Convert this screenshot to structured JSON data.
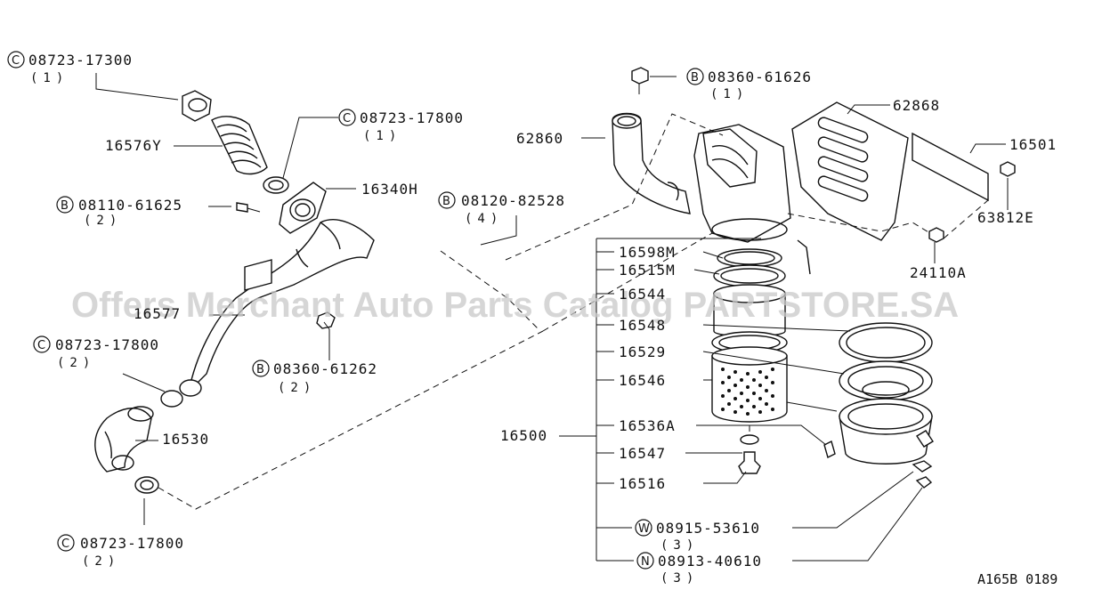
{
  "watermark": "Offers Merchant Auto Parts Catalog PARTSTORE.SA",
  "reference": "A165B 0189",
  "parts": {
    "p_08723_17300": {
      "prefix": "C",
      "number": "08723-17300",
      "qty": "(1)"
    },
    "p_16576Y": {
      "number": "16576Y"
    },
    "p_08723_17800_a": {
      "prefix": "C",
      "number": "08723-17800",
      "qty": "(1)"
    },
    "p_16340H": {
      "number": "16340H"
    },
    "p_08110_61625": {
      "prefix": "B",
      "number": "08110-61625",
      "qty": "(2)"
    },
    "p_16577": {
      "number": "16577"
    },
    "p_08723_17800_b": {
      "prefix": "C",
      "number": "08723-17800",
      "qty": "(2)"
    },
    "p_08360_61262": {
      "prefix": "B",
      "number": "08360-61262",
      "qty": "(2)"
    },
    "p_16530": {
      "number": "16530"
    },
    "p_08723_17800_c": {
      "prefix": "C",
      "number": "08723-17800",
      "qty": "(2)"
    },
    "p_08360_61626": {
      "prefix": "B",
      "number": "08360-61626",
      "qty": "(1)"
    },
    "p_62860": {
      "number": "62860"
    },
    "p_08120_82528": {
      "prefix": "B",
      "number": "08120-82528",
      "qty": "(4)"
    },
    "p_62868": {
      "number": "62868"
    },
    "p_16501": {
      "number": "16501"
    },
    "p_63812E": {
      "number": "63812E"
    },
    "p_24110A": {
      "number": "24110A"
    },
    "p_16500": {
      "number": "16500"
    },
    "p_16598M": {
      "number": "16598M"
    },
    "p_16515M": {
      "number": "16515M"
    },
    "p_16544": {
      "number": "16544"
    },
    "p_16548": {
      "number": "16548"
    },
    "p_16529": {
      "number": "16529"
    },
    "p_16546": {
      "number": "16546"
    },
    "p_16536A": {
      "number": "16536A"
    },
    "p_16547": {
      "number": "16547"
    },
    "p_16516": {
      "number": "16516"
    },
    "p_08915_53610": {
      "prefix": "W",
      "number": "08915-53610",
      "qty": "(3)"
    },
    "p_08913_40610": {
      "prefix": "N",
      "number": "08913-40610",
      "qty": "(3)"
    }
  }
}
